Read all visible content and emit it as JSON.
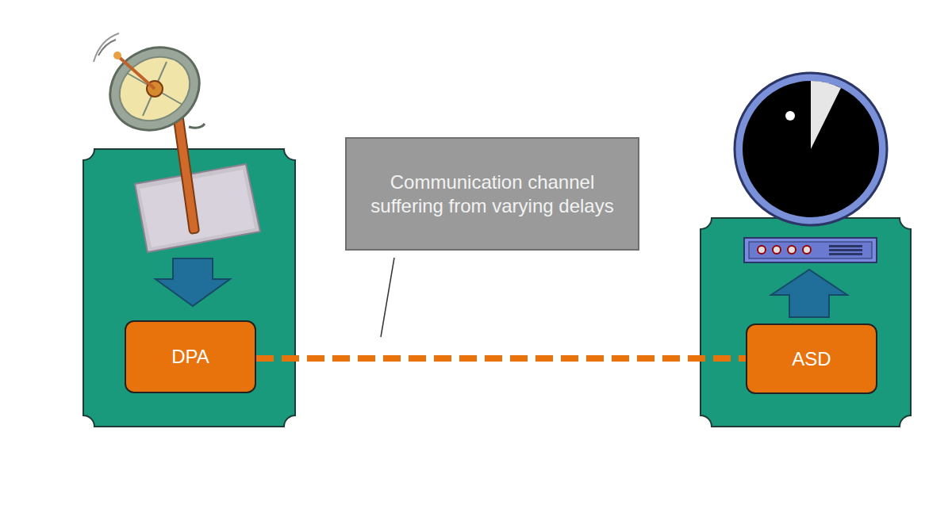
{
  "diagram": {
    "nodes": [
      {
        "text": [
          "DPA"
        ]
      },
      {
        "text": [
          "Communication channel suffering from varying delays"
        ]
      },
      {
        "text": [
          "ASD"
        ]
      }
    ],
    "edges": [
      {
        "from": 0,
        "to": 2,
        "arrow": "none"
      }
    ]
  }
}
